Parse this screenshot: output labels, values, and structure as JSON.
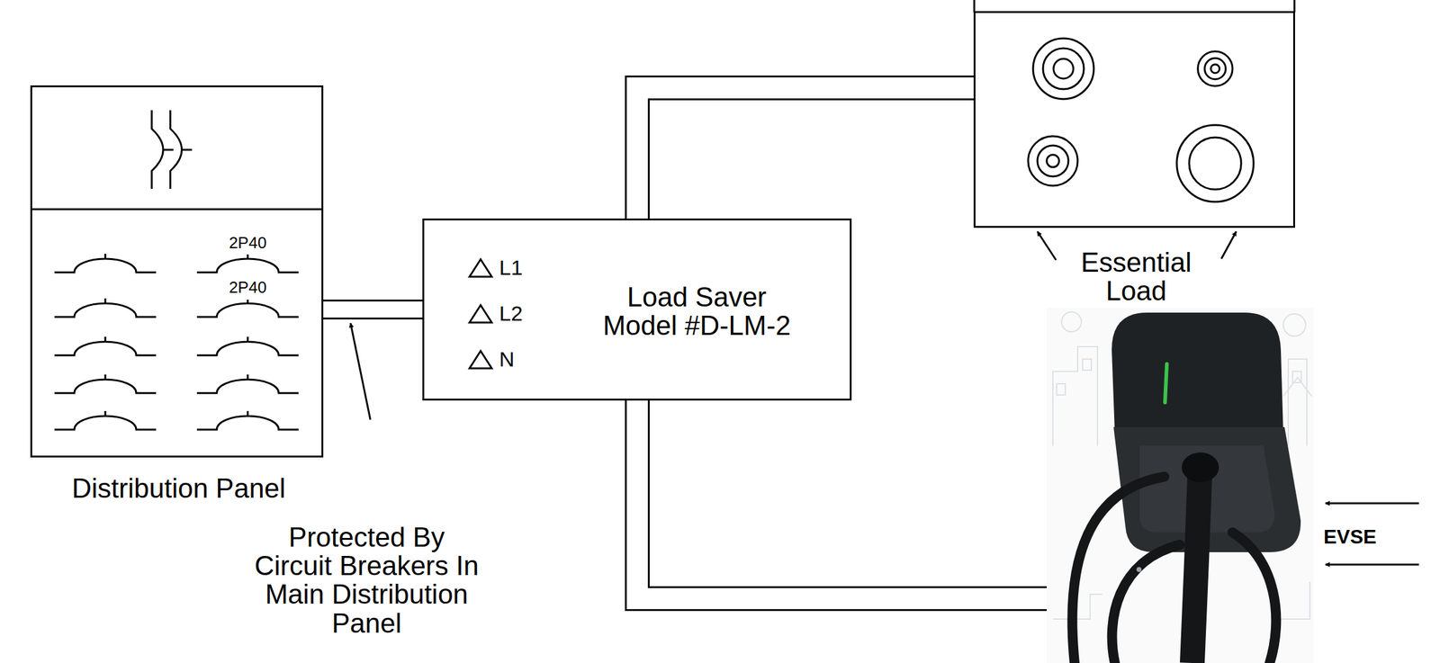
{
  "diagram": {
    "nodes": [
      {
        "text": [
          "Distribution Panel"
        ]
      },
      {
        "text": [
          "Load Saver Model #D-LM-2"
        ]
      },
      {
        "text": [
          "Essential Load"
        ]
      },
      {
        "text": [
          "EVSE"
        ]
      }
    ],
    "edges": [
      {
        "from": 0,
        "to": 1,
        "arrow": "none"
      },
      {
        "from": 1,
        "to": 2,
        "arrow": "none"
      },
      {
        "from": 1,
        "to": 3,
        "arrow": "none"
      }
    ],
    "labels": [
      "2P40",
      "2P40",
      "L1",
      "L2",
      "N",
      "Protected By Circuit Breakers In Main Distribution Panel"
    ]
  }
}
